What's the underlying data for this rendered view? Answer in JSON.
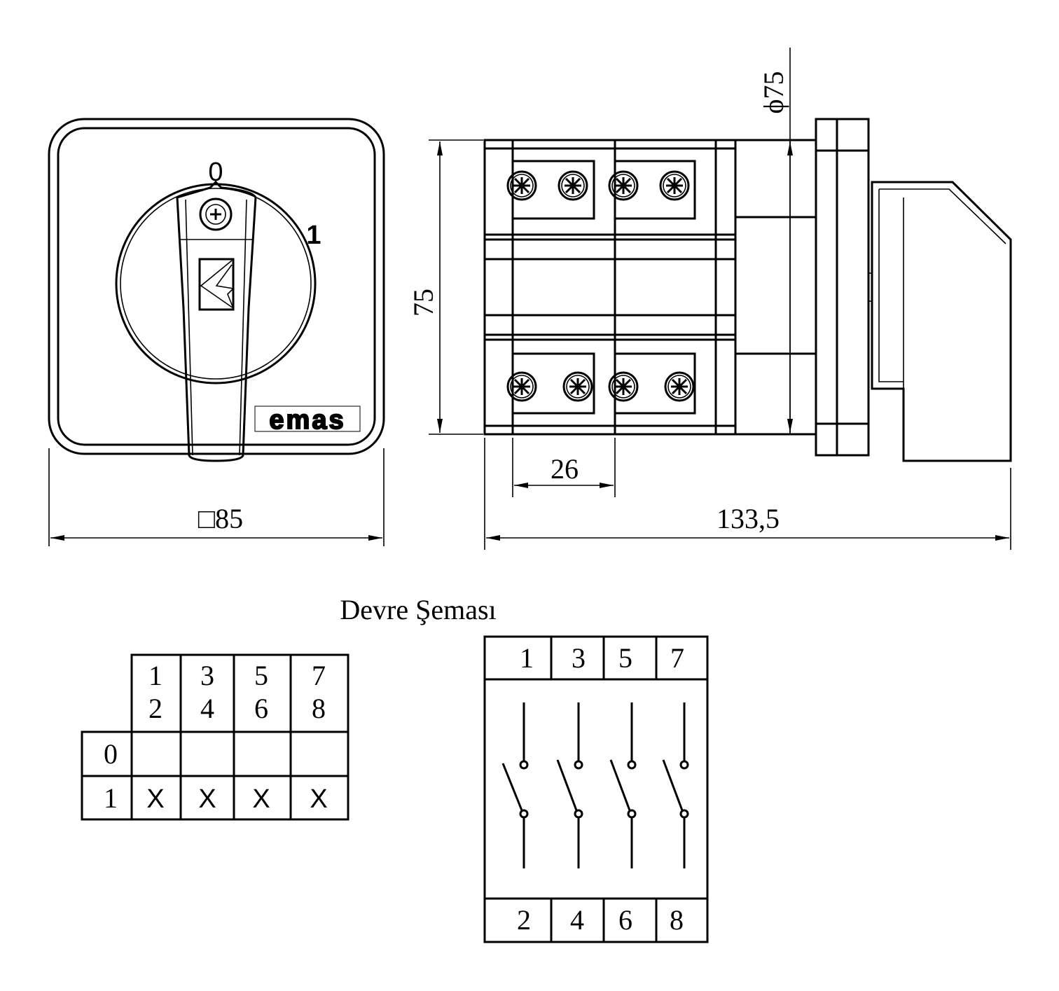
{
  "front_view": {
    "position_0": "0",
    "position_1": "1",
    "brand": "emas"
  },
  "dimensions": {
    "square": "□85",
    "width_26": "26",
    "height": "75",
    "diameter": "ϕ75",
    "length": "133,5"
  },
  "circuit": {
    "title": "Devre Şeması",
    "table": {
      "columns": [
        [
          "1",
          "2"
        ],
        [
          "3",
          "4"
        ],
        [
          "5",
          "6"
        ],
        [
          "7",
          "8"
        ]
      ],
      "rows": [
        {
          "position": "0",
          "cells": [
            "",
            "",
            "",
            ""
          ]
        },
        {
          "position": "1",
          "cells": [
            "X",
            "X",
            "X",
            "X"
          ]
        }
      ]
    },
    "schematic": {
      "top_terminals": [
        "1",
        "3",
        "5",
        "7"
      ],
      "bottom_terminals": [
        "2",
        "4",
        "6",
        "8"
      ]
    }
  }
}
